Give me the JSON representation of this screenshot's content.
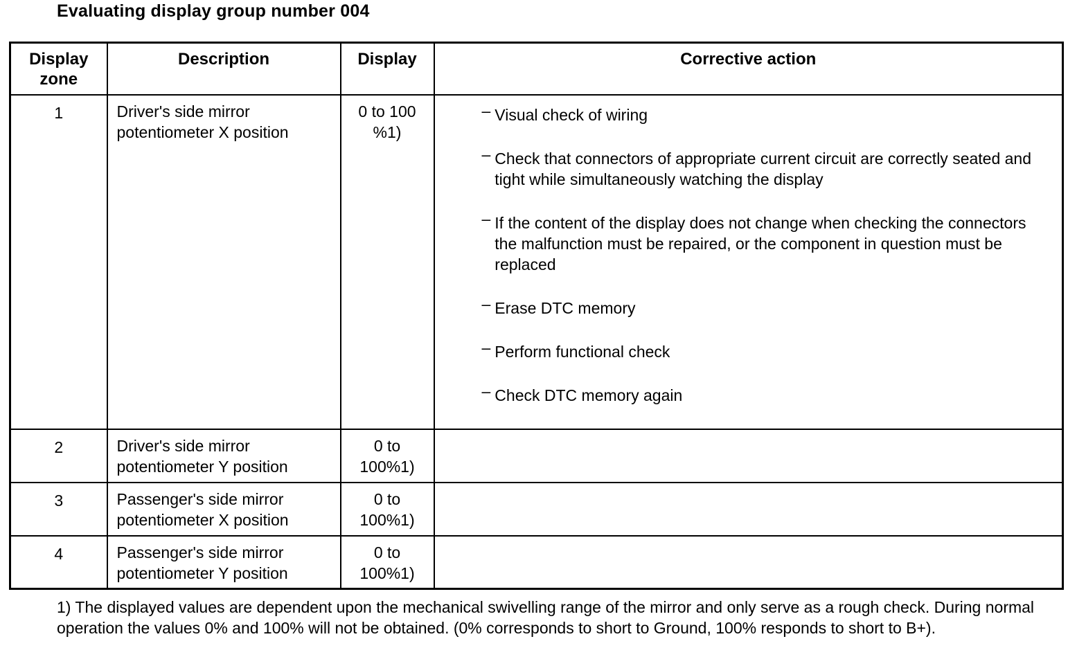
{
  "page": {
    "title": "Evaluating display group number 004"
  },
  "table": {
    "bullet_char": "–",
    "headers": [
      "Display zone",
      "Description",
      "Display",
      "Corrective action"
    ],
    "rows": [
      {
        "zone": "1",
        "description": "Driver's side mirror potentiometer X position",
        "display": "0 to 100\n%1)",
        "actions": [
          "Visual check of wiring",
          "Check that connectors of appropriate current circuit are correctly seated and tight while simultaneously watching the display",
          "If the content of the display does not change when checking the connectors the malfunction must be repaired, or the component in question must be replaced",
          "Erase DTC memory",
          "Perform functional check",
          "Check DTC memory again"
        ]
      },
      {
        "zone": "2",
        "description": "Driver's side mirror potentiometer Y position",
        "display": "0 to\n100%1)",
        "actions": []
      },
      {
        "zone": "3",
        "description": "Passenger's side mirror potentiometer X position",
        "display": "0 to\n100%1)",
        "actions": []
      },
      {
        "zone": "4",
        "description": "Passenger's side mirror potentiometer Y position",
        "display": "0 to\n100%1)",
        "actions": []
      }
    ]
  },
  "footnote": "1) The displayed values are dependent upon the mechanical swivelling range of the mirror and only serve as a rough check. During normal operation the values 0% and 100% will not be obtained. (0% corresponds to short to Ground, 100% responds to short to B+)."
}
